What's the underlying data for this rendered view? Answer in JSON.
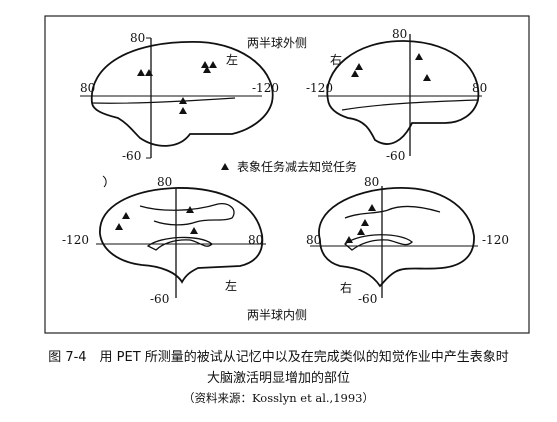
{
  "panels": {
    "top_title": "两半球外侧",
    "bottom_title": "两半球内侧",
    "legend_text": "表象任务减去知觉任务",
    "lateral_left": {
      "side": "左",
      "y_max": "80",
      "y_min": "-60",
      "x_left": "80",
      "x_right": "-120"
    },
    "lateral_right": {
      "side": "右",
      "y_max": "80",
      "y_min": "-60",
      "x_left": "-120",
      "x_right": "80"
    },
    "medial_left": {
      "side": "左",
      "y_max": "80",
      "y_min": "-60",
      "x_left": "-120",
      "x_right": "80"
    },
    "medial_right": {
      "side": "右",
      "y_max": "80",
      "y_min": "-60",
      "x_left": "80",
      "x_right": "-120"
    }
  },
  "caption": {
    "line1": "图 7-4　用 PET 所测量的被试从记忆中以及在完成类似的知觉作业中产生表象时",
    "line2": "大脑激活明显增加的部位",
    "source": "（资料来源：Kosslyn et al.,1993）"
  }
}
